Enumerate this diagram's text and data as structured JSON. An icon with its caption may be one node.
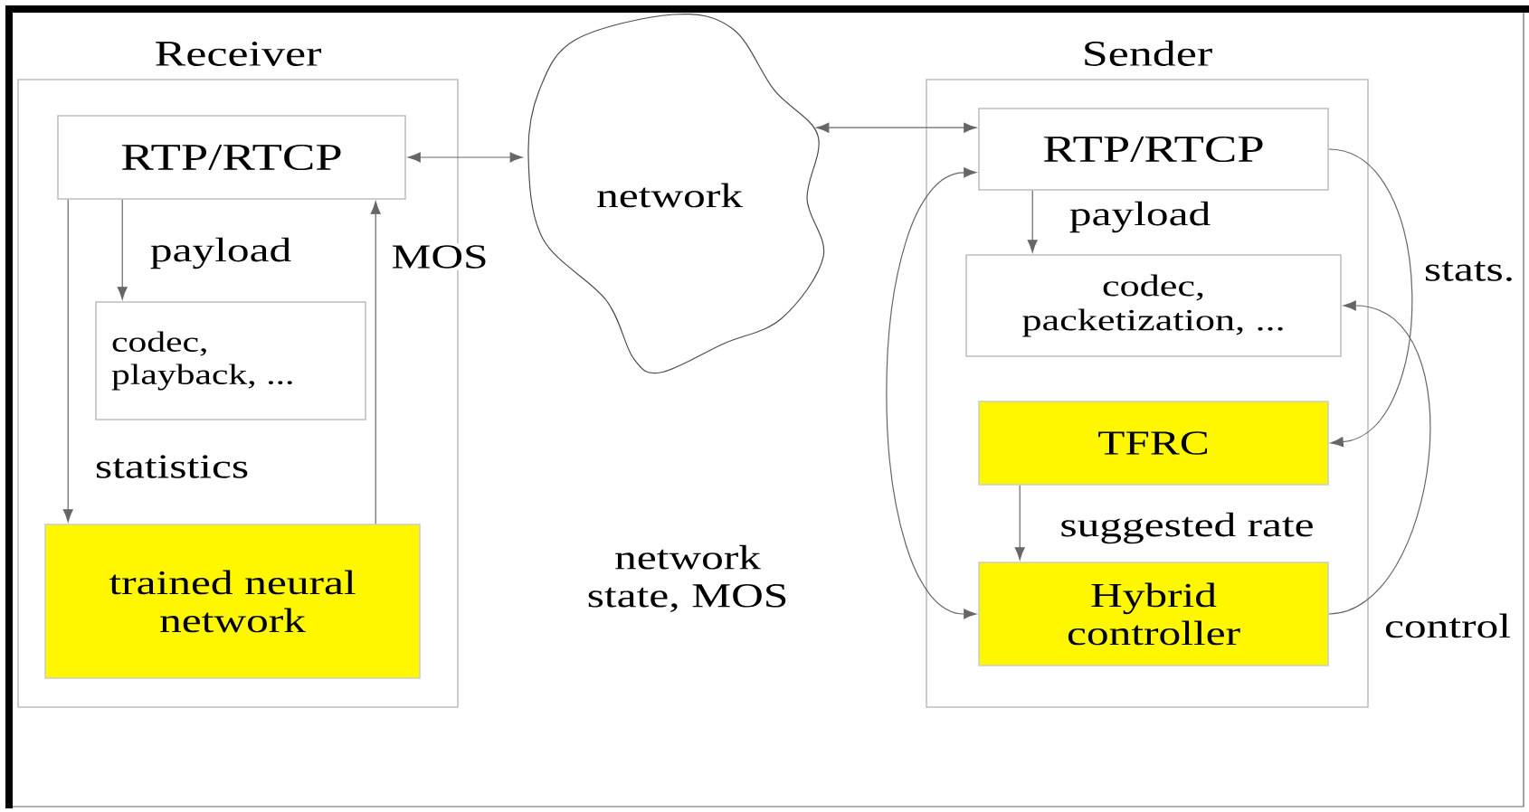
{
  "diagram": {
    "nodes": [
      {
        "text": [
          "Receiver"
        ]
      },
      {
        "text": [
          "RTP/RTCP"
        ],
        "in": 0
      },
      {
        "text": [
          "codec, playback, ..."
        ],
        "in": 0
      },
      {
        "text": [
          "trained neural network"
        ],
        "in": 0
      },
      {
        "text": [
          "network"
        ]
      },
      {
        "text": [
          "Sender"
        ]
      },
      {
        "text": [
          "RTP/RTCP"
        ],
        "in": 5
      },
      {
        "text": [
          "codec, packetization, ..."
        ],
        "in": 5
      },
      {
        "text": [
          "TFRC"
        ],
        "in": 5
      },
      {
        "text": [
          "Hybrid controller"
        ],
        "in": 5
      }
    ],
    "edges": [
      {
        "from": 1,
        "to": 2,
        "arrow": "to",
        "label": "payload"
      },
      {
        "from": 1,
        "to": 3,
        "arrow": "to",
        "label": "statistics"
      },
      {
        "from": 3,
        "to": 1,
        "arrow": "to",
        "label": "MOS"
      },
      {
        "from": 1,
        "to": 4,
        "arrow": "both"
      },
      {
        "from": 4,
        "to": 6,
        "arrow": "both"
      },
      {
        "from": 6,
        "to": 7,
        "arrow": "to",
        "label": "payload"
      },
      {
        "from": 6,
        "to": 8,
        "arrow": "to",
        "label": "stats."
      },
      {
        "from": 8,
        "to": 9,
        "arrow": "to",
        "label": "suggested rate"
      },
      {
        "from": 6,
        "to": 9,
        "arrow": "both",
        "label": "network state, MOS"
      },
      {
        "from": 9,
        "to": 7,
        "arrow": "to",
        "label": "control"
      }
    ]
  }
}
